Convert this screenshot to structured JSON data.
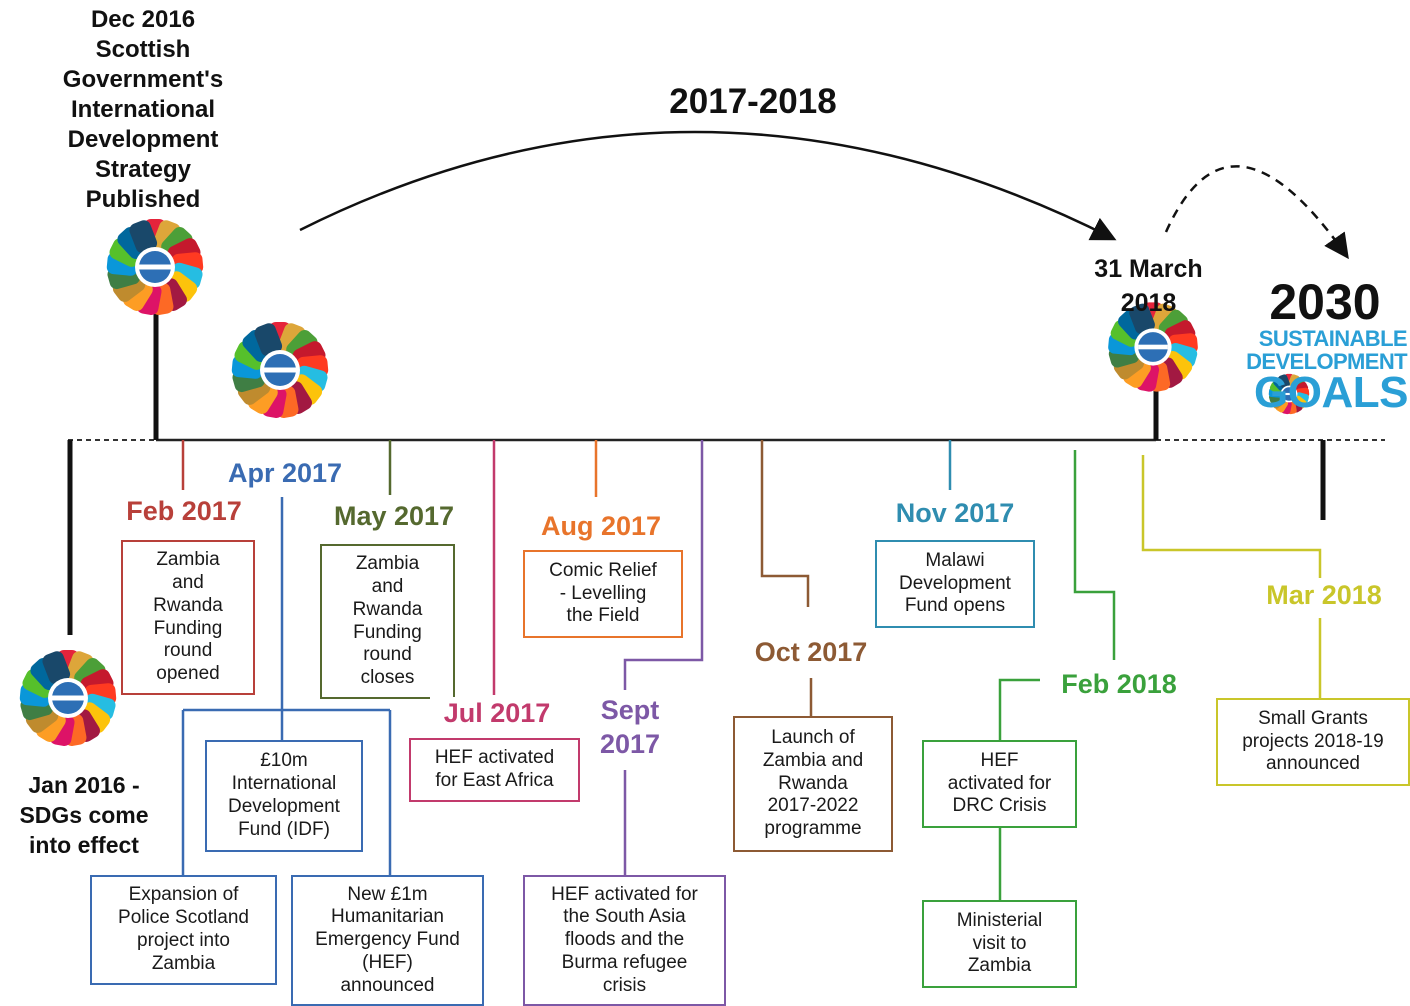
{
  "header": {
    "span_label": "2017-2018",
    "dec2016": "Dec 2016\nScottish\nGovernment's\nInternational\nDevelopment\nStrategy\nPublished",
    "end_date": "31 March\n2018",
    "jan2016": "Jan 2016 -\nSDGs come\ninto effect"
  },
  "sdg_logo": {
    "year": "2030",
    "line1": "SUSTAINABLE",
    "line2": "DEVELOPMENT",
    "line3": "GOALS"
  },
  "events": {
    "feb2017": {
      "date": "Feb 2017",
      "text": "Zambia\nand\nRwanda\nFunding\nround\nopened",
      "color": "#b8403a"
    },
    "apr2017": {
      "date": "Apr 2017",
      "color": "#3a6bb2",
      "idf": "£10m\nInternational\nDevelopment\nFund (IDF)",
      "police": "Expansion of\nPolice Scotland\nproject into\nZambia",
      "hef": "New £1m\nHumanitarian\nEmergency Fund\n(HEF)\nannounced"
    },
    "may2017": {
      "date": "May 2017",
      "text": "Zambia\nand\nRwanda\nFunding\nround\ncloses",
      "color": "#55692f"
    },
    "jul2017": {
      "date": "Jul 2017",
      "text": "HEF activated\nfor East Africa",
      "color": "#c23a6c"
    },
    "aug2017": {
      "date": "Aug 2017",
      "text": "Comic Relief\n- Levelling\nthe Field",
      "color": "#e8742b"
    },
    "sept2017": {
      "date": "Sept\n2017",
      "text": "HEF activated for\nthe South Asia\nfloods and the\nBurma refugee\ncrisis",
      "color": "#7d58a6"
    },
    "oct2017": {
      "date": "Oct 2017",
      "text": "Launch of\nZambia and\nRwanda\n2017-2022\nprogramme",
      "color": "#8d5a34"
    },
    "nov2017": {
      "date": "Nov 2017",
      "text": "Malawi\nDevelopment\nFund opens",
      "color": "#2f8db0"
    },
    "feb2018": {
      "date": "Feb 2018",
      "drc": "HEF\nactivated for\nDRC Crisis",
      "visit": "Ministerial\nvisit to\nZambia",
      "color": "#3aa13c"
    },
    "mar2018": {
      "date": "Mar 2018",
      "text": "Small Grants\nprojects 2018-19\nannounced",
      "color": "#c9c62a"
    }
  },
  "colors": {
    "sdg_wheel": [
      "#e5243b",
      "#dda63a",
      "#4c9f38",
      "#c5192d",
      "#ff3a21",
      "#26bde2",
      "#fcc30b",
      "#a21942",
      "#fd6925",
      "#dd1367",
      "#fd9d24",
      "#bf8b2e",
      "#3f7e44",
      "#0a97d9",
      "#56c02b",
      "#00689d",
      "#19486a"
    ]
  }
}
